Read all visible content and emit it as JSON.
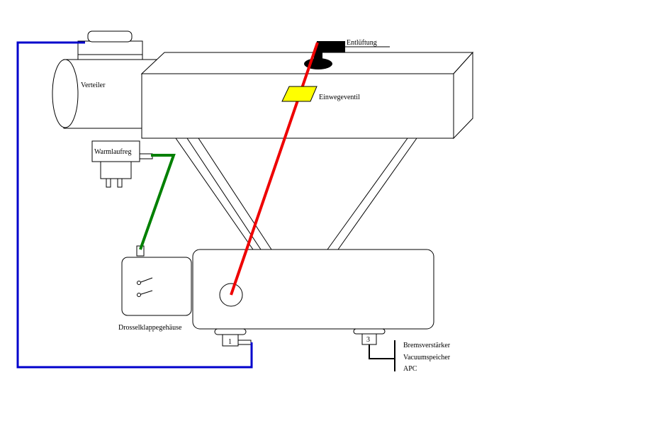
{
  "labels": {
    "verteiler": "Verteiler",
    "entlueftung": "Entlüftung",
    "einwegeventil": "Einwegeventil",
    "warmlaufreg": "Warmlaufreg",
    "drosselklappe": "Drosselklappegehäuse",
    "port1": "1",
    "port3": "3",
    "consumers": [
      "Bremsverstärker",
      "Vacuumspeicher",
      "APC"
    ]
  },
  "colors": {
    "outline": "#000000",
    "blue_hose": "#0000cc",
    "green_hose": "#008000",
    "red_hose": "#ee0000",
    "valve": "#ffff00",
    "background": "#ffffff"
  }
}
